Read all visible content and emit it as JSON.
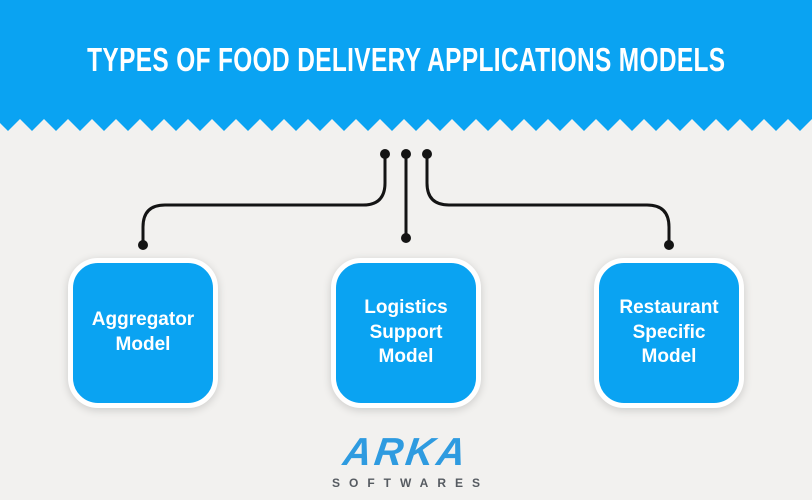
{
  "header": {
    "title": "TYPES OF FOOD DELIVERY APPLICATIONS MODELS"
  },
  "diagram": {
    "nodes": [
      {
        "id": "aggregator-model",
        "label": "Aggregator Model"
      },
      {
        "id": "logistics-support-model",
        "label": "Logistics Support Model"
      },
      {
        "id": "restaurant-specific-model",
        "label": "Restaurant Specific Model"
      }
    ]
  },
  "footer_logo": {
    "brand": "ARKA",
    "tagline": "SOFTWARES"
  },
  "colors": {
    "accent": "#0AA3F2",
    "ink": "#141414",
    "background": "#F2F1EF",
    "brand_blue": "#2E9BE0",
    "tagline_gray": "#565B61",
    "text_on_accent": "#FFFFFF"
  }
}
